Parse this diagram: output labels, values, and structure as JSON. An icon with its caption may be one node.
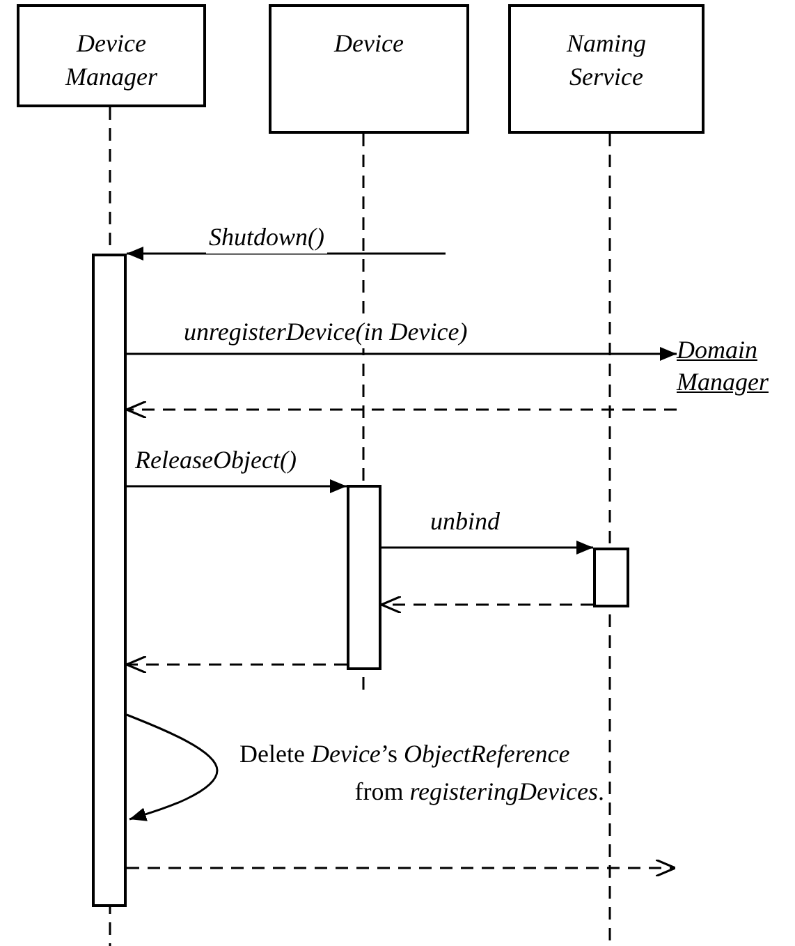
{
  "diagram": {
    "nodes": [
      {
        "text": [
          "Device Manager"
        ]
      },
      {
        "text": [
          "Device"
        ]
      },
      {
        "text": [
          "Naming Service"
        ]
      },
      {
        "text": [
          "Domain Manager"
        ]
      },
      {
        "text": [],
        "shape": "bar"
      },
      {
        "text": [],
        "shape": "bar"
      },
      {
        "text": [],
        "shape": "bar"
      }
    ],
    "edges": [
      {
        "from": null,
        "to": 4,
        "arrow": "to",
        "label": "Shutdown()"
      },
      {
        "from": 4,
        "to": 3,
        "arrow": "to",
        "label": "unregisterDevice(in Device)"
      },
      {
        "from": 3,
        "to": 4,
        "arrow": "to",
        "style": "dashed"
      },
      {
        "from": 4,
        "to": 5,
        "arrow": "to",
        "label": "ReleaseObject()"
      },
      {
        "from": 5,
        "to": 6,
        "arrow": "to",
        "label": "unbind"
      },
      {
        "from": 6,
        "to": 5,
        "arrow": "to",
        "style": "dashed"
      },
      {
        "from": 5,
        "to": 4,
        "arrow": "to",
        "style": "dashed"
      },
      {
        "from": 4,
        "to": 4,
        "arrow": "to",
        "label": "Delete *Device*’s *ObjectReference* from *registeringDevices*."
      },
      {
        "from": 4,
        "to": null,
        "arrow": "to",
        "style": "dashed"
      }
    ]
  }
}
